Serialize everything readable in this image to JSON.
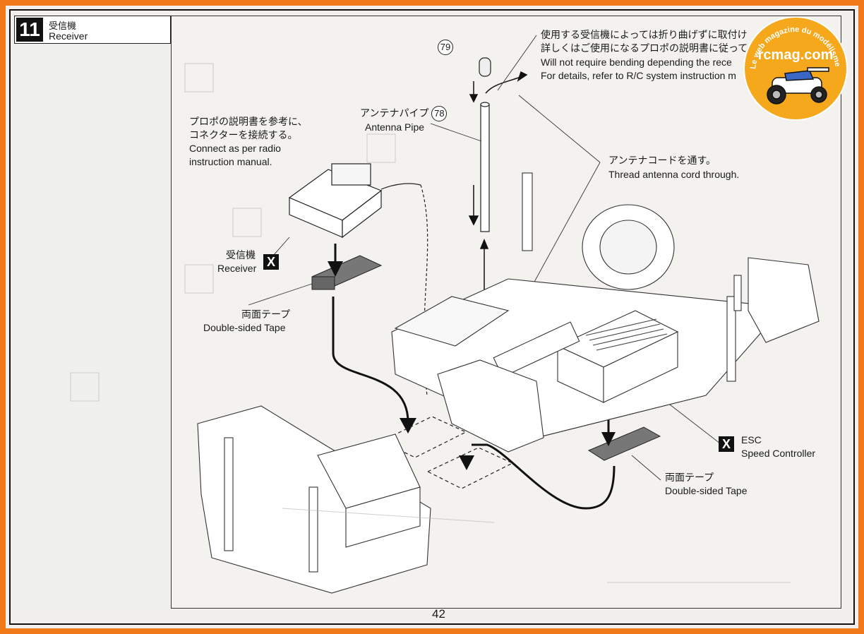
{
  "step": {
    "number": "11",
    "title_jp": "受信機",
    "title_en": "Receiver"
  },
  "notes": {
    "top_right_jp_1": "使用する受信機によっては折り曲げずに取付け",
    "top_right_jp_2": "詳しくはご使用になるプロポの説明書に従って",
    "top_right_en_1": "Will not require bending depending the rece",
    "top_right_en_2": "For details, refer to R/C system instruction m",
    "connect_jp_1": "プロポの説明書を参考に、",
    "connect_jp_2": "コネクターを接続する。",
    "connect_en_1": "Connect as per radio",
    "connect_en_2": "instruction manual.",
    "thread_jp": "アンテナコードを通す。",
    "thread_en": "Thread antenna cord through."
  },
  "parts": {
    "part79": "79",
    "part78": "78",
    "antenna_pipe_jp": "アンテナパイプ",
    "antenna_pipe_en": "Antenna Pipe",
    "receiver_jp": "受信機",
    "receiver_en": "Receiver",
    "tape_left_jp": "両面テープ",
    "tape_left_en": "Double-sided Tape",
    "tape_right_jp": "両面テープ",
    "tape_right_en": "Double-sided Tape",
    "esc_short": "ESC",
    "esc_en": "Speed Controller",
    "x_mark": "X"
  },
  "logo": {
    "brand": "rcmag.com",
    "tagline": "Le web magazine du modélisme"
  },
  "page_number": "42",
  "colors": {
    "frame": "#f07a1a",
    "logo_bg": "#f5a81c"
  }
}
